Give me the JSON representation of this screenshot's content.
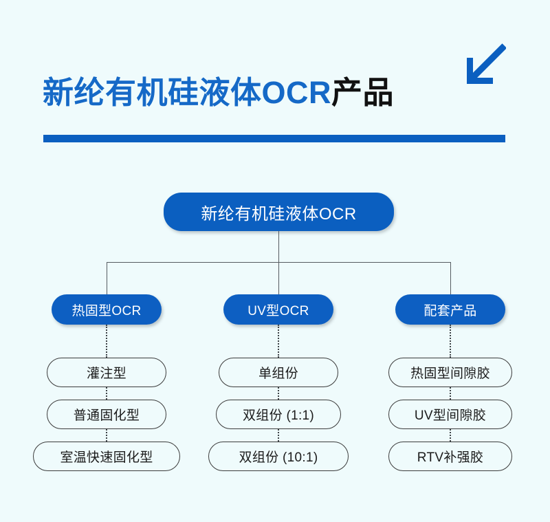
{
  "background_color": "#effbfc",
  "accent_color": "#0b5fc0",
  "header": {
    "title_blue": "新纶有机硅液体OCR",
    "title_dark": "产品",
    "title_full": "新纶有机硅液体OCR产品",
    "arrow_icon": "arrow-down-left-icon",
    "rule_color": "#0b5fc0"
  },
  "chart_data": {
    "type": "diagram",
    "title": "新纶有机硅液体OCR产品",
    "root": {
      "label": "新纶有机硅液体OCR",
      "fill": "#0b5fc0",
      "text_color": "#ffffff"
    },
    "branches": [
      {
        "label": "热固型OCR",
        "fill": "#0d5fc2",
        "text_color": "#ffffff",
        "children": [
          {
            "label": "灌注型"
          },
          {
            "label": "普通固化型"
          },
          {
            "label": "室温快速固化型"
          }
        ]
      },
      {
        "label": "UV型OCR",
        "fill": "#0d5fc2",
        "text_color": "#ffffff",
        "children": [
          {
            "label": "单组份"
          },
          {
            "label": "双组份 (1:1)"
          },
          {
            "label": "双组份 (10:1)"
          }
        ]
      },
      {
        "label": "配套产品",
        "fill": "#0d5fc2",
        "text_color": "#ffffff",
        "children": [
          {
            "label": "热固型间隙胶"
          },
          {
            "label": "UV型间隙胶"
          },
          {
            "label": "RTV补强胶"
          }
        ]
      }
    ],
    "connector_style_level1": "solid",
    "connector_style_level2": "dotted",
    "connector_color": "#555b60"
  }
}
